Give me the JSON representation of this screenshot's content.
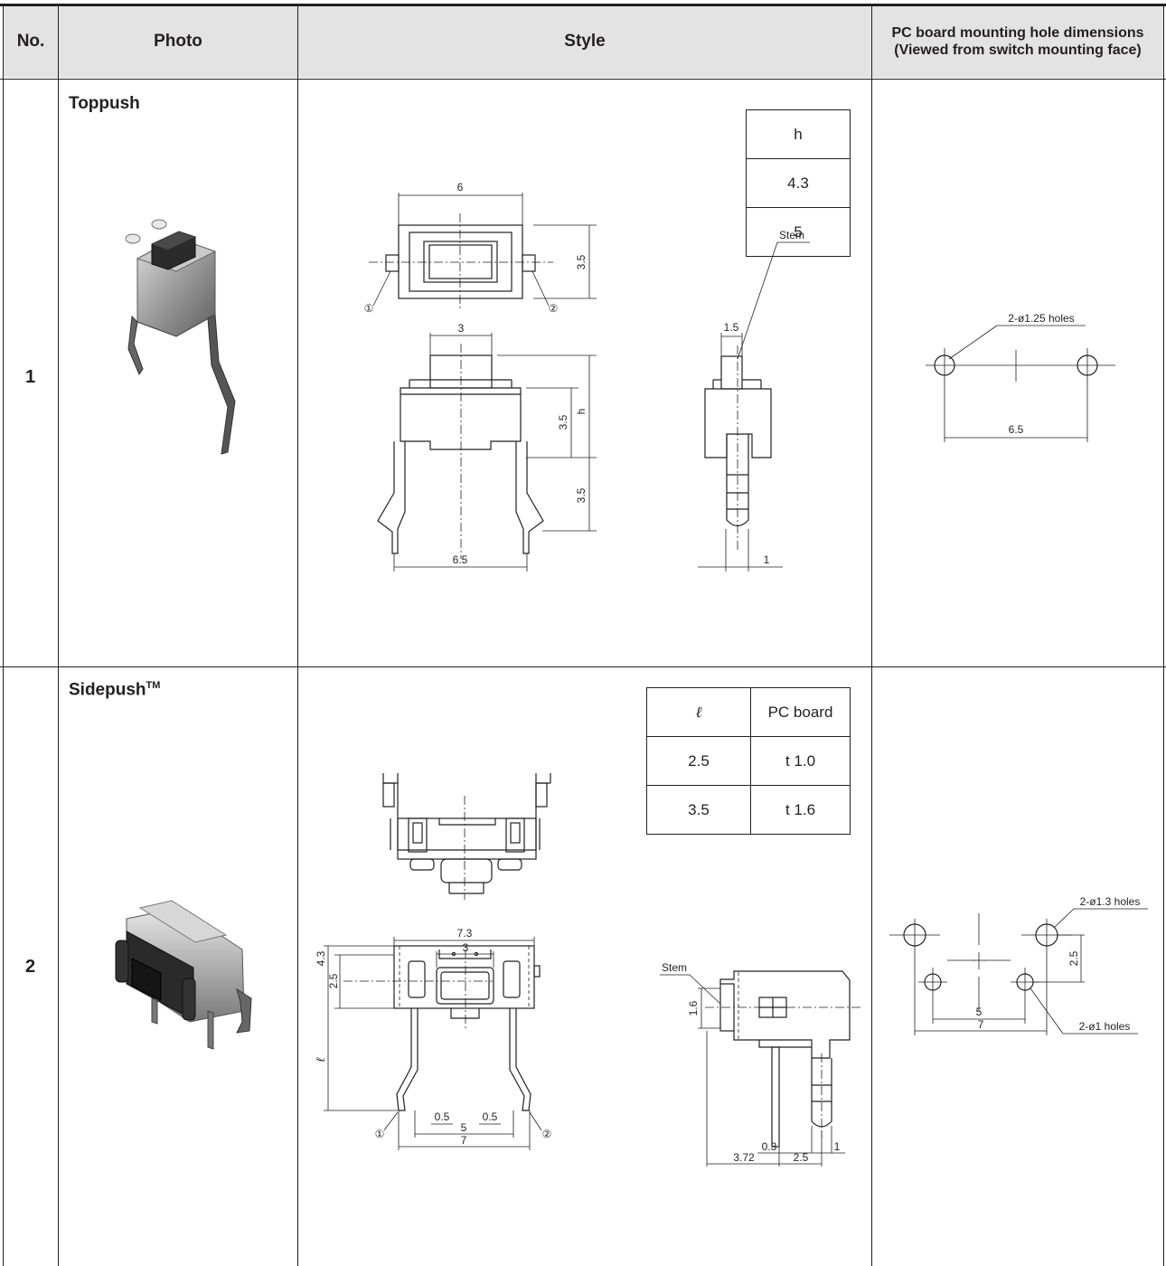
{
  "headers": {
    "no": "No.",
    "photo": "Photo",
    "style": "Style",
    "pcb_line1": "PC board mounting hole dimensions",
    "pcb_line2": "(Viewed from switch mounting face)"
  },
  "rows": [
    {
      "no": "1",
      "title": "Toppush",
      "table": {
        "header": "h",
        "values": [
          "4.3",
          "5"
        ]
      },
      "dims": {
        "top_width": "6",
        "top_height": "3.5",
        "stem_width": "3",
        "front_h": "h",
        "front_upper": "3.5",
        "front_lower": "3.5",
        "front_lead_span": "6.5",
        "side_stem": "1.5",
        "side_lead": "1",
        "stem_label": "Stem",
        "pin1": "①",
        "pin2": "②"
      },
      "pcb": {
        "holes_label": "2-ø1.25 holes",
        "spacing": "6.5"
      }
    },
    {
      "no": "2",
      "title": "Sidepush",
      "title_mark": "TM",
      "table": {
        "header": [
          "ℓ",
          "PC board"
        ],
        "rows": [
          [
            "2.5",
            "t 1.0"
          ],
          [
            "3.5",
            "t 1.6"
          ]
        ]
      },
      "dims": {
        "width": "7.3",
        "stem_width": "3",
        "height": "4.3",
        "stem_center": "2.5",
        "lead_len": "ℓ",
        "lead_w1": "0.5",
        "lead_w2": "0.5",
        "lead_pitch": "5",
        "lead_span": "7",
        "side_stem_h": "1.6",
        "side_lead_t": "0.3",
        "side_depth": "3.72",
        "side_offset": "2.5",
        "side_lead_w": "1",
        "stem_label": "Stem",
        "pin1": "①",
        "pin2": "②"
      },
      "pcb": {
        "large_holes_label": "2-ø1.3 holes",
        "small_holes_label": "2-ø1 holes",
        "vertical": "2.5",
        "inner_spacing": "5",
        "outer_spacing": "7"
      }
    }
  ]
}
